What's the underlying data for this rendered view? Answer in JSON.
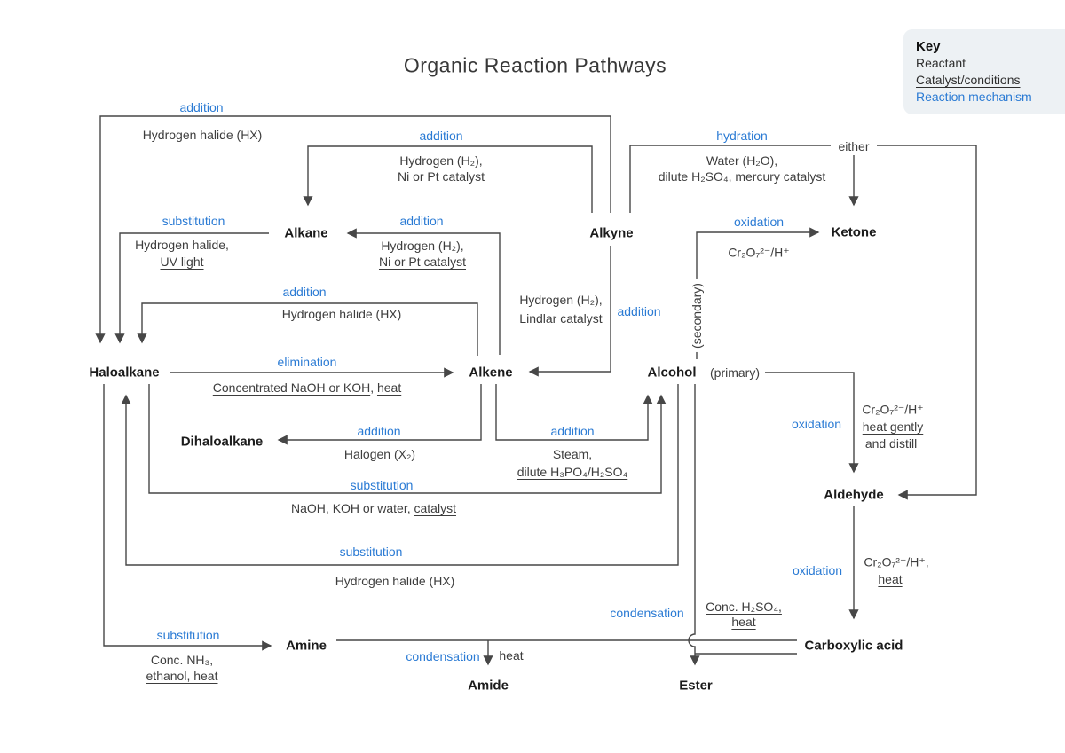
{
  "title": "Organic Reaction Pathways",
  "key": {
    "heading": "Key",
    "reactant": "Reactant",
    "catalyst": "Catalyst/conditions",
    "mechanism": "Reaction mechanism"
  },
  "colors": {
    "mechanism_blue": "#2b7bd4",
    "line": "#474747",
    "key_bg": "#edf1f4"
  },
  "nodes": {
    "alkane": "Alkane",
    "alkyne": "Alkyne",
    "ketone": "Ketone",
    "haloalkane": "Haloalkane",
    "alkene": "Alkene",
    "alcohol": "Alcohol",
    "primary": "(primary)",
    "secondary": "(secondary)",
    "dihaloalkane": "Dihaloalkane",
    "aldehyde": "Aldehyde",
    "amine": "Amine",
    "amide": "Amide",
    "ester": "Ester",
    "carboxylic_acid": "Carboxylic acid",
    "either": "either"
  },
  "edges": {
    "alkyne_to_haloalkane": {
      "mechanism": "addition",
      "cond": "Hydrogen halide (HX)"
    },
    "alkyne_to_alkane": {
      "mechanism": "addition",
      "l1": "Hydrogen (H₂),",
      "l2": "Ni or Pt catalyst"
    },
    "alkane_to_haloalkane": {
      "mechanism": "substitution",
      "l1": "Hydrogen halide,",
      "l2": "UV light"
    },
    "alkene_to_alkane": {
      "mechanism": "addition",
      "l1": "Hydrogen (H₂),",
      "l2": "Ni or Pt catalyst"
    },
    "alkene_to_haloalkane": {
      "mechanism": "addition",
      "cond": "Hydrogen halide (HX)"
    },
    "haloalkane_to_alkene": {
      "mechanism": "elimination",
      "c1": "Concentrated NaOH or KOH",
      "sep": ", ",
      "c2": "heat"
    },
    "alkyne_to_alkene": {
      "mechanism": "addition",
      "l1": "Hydrogen (H₂),",
      "l2": "Lindlar catalyst"
    },
    "alkyne_hydration": {
      "mechanism": "hydration",
      "l1": "Water (H₂O),",
      "c1": "dilute H₂SO₄",
      "sep": ", ",
      "c2": "mercury catalyst"
    },
    "alcohol_to_ketone": {
      "mechanism": "oxidation",
      "cond": "Cr₂O₇²⁻/H⁺"
    },
    "alkene_to_alcohol": {
      "mechanism": "addition",
      "l1": "Steam,",
      "l2": "dilute H₃PO₄/H₂SO₄"
    },
    "alkene_to_dihaloalkane": {
      "mechanism": "addition",
      "cond": "Halogen (X₂)"
    },
    "haloalkane_to_alcohol": {
      "mechanism": "substitution",
      "c1": "NaOH, KOH or water, ",
      "c2": "catalyst"
    },
    "alcohol_to_haloalkane": {
      "mechanism": "substitution",
      "cond": "Hydrogen halide (HX)"
    },
    "haloalkane_to_amine": {
      "mechanism": "substitution",
      "l1": "Conc. NH₃,",
      "l2": "ethanol, heat"
    },
    "to_amide": {
      "mechanism": "condensation",
      "cond": "heat"
    },
    "to_ester": {
      "mechanism": "condensation",
      "l1": "Conc. H₂SO₄,",
      "l2": "heat"
    },
    "alcohol_to_aldehyde": {
      "mechanism": "oxidation",
      "l1": "Cr₂O₇²⁻/H⁺",
      "l2": "heat gently",
      "l3": "and distill"
    },
    "aldehyde_to_carboxylic": {
      "mechanism": "oxidation",
      "l1": "Cr₂O₇²⁻/H⁺,",
      "l2": "heat"
    }
  }
}
